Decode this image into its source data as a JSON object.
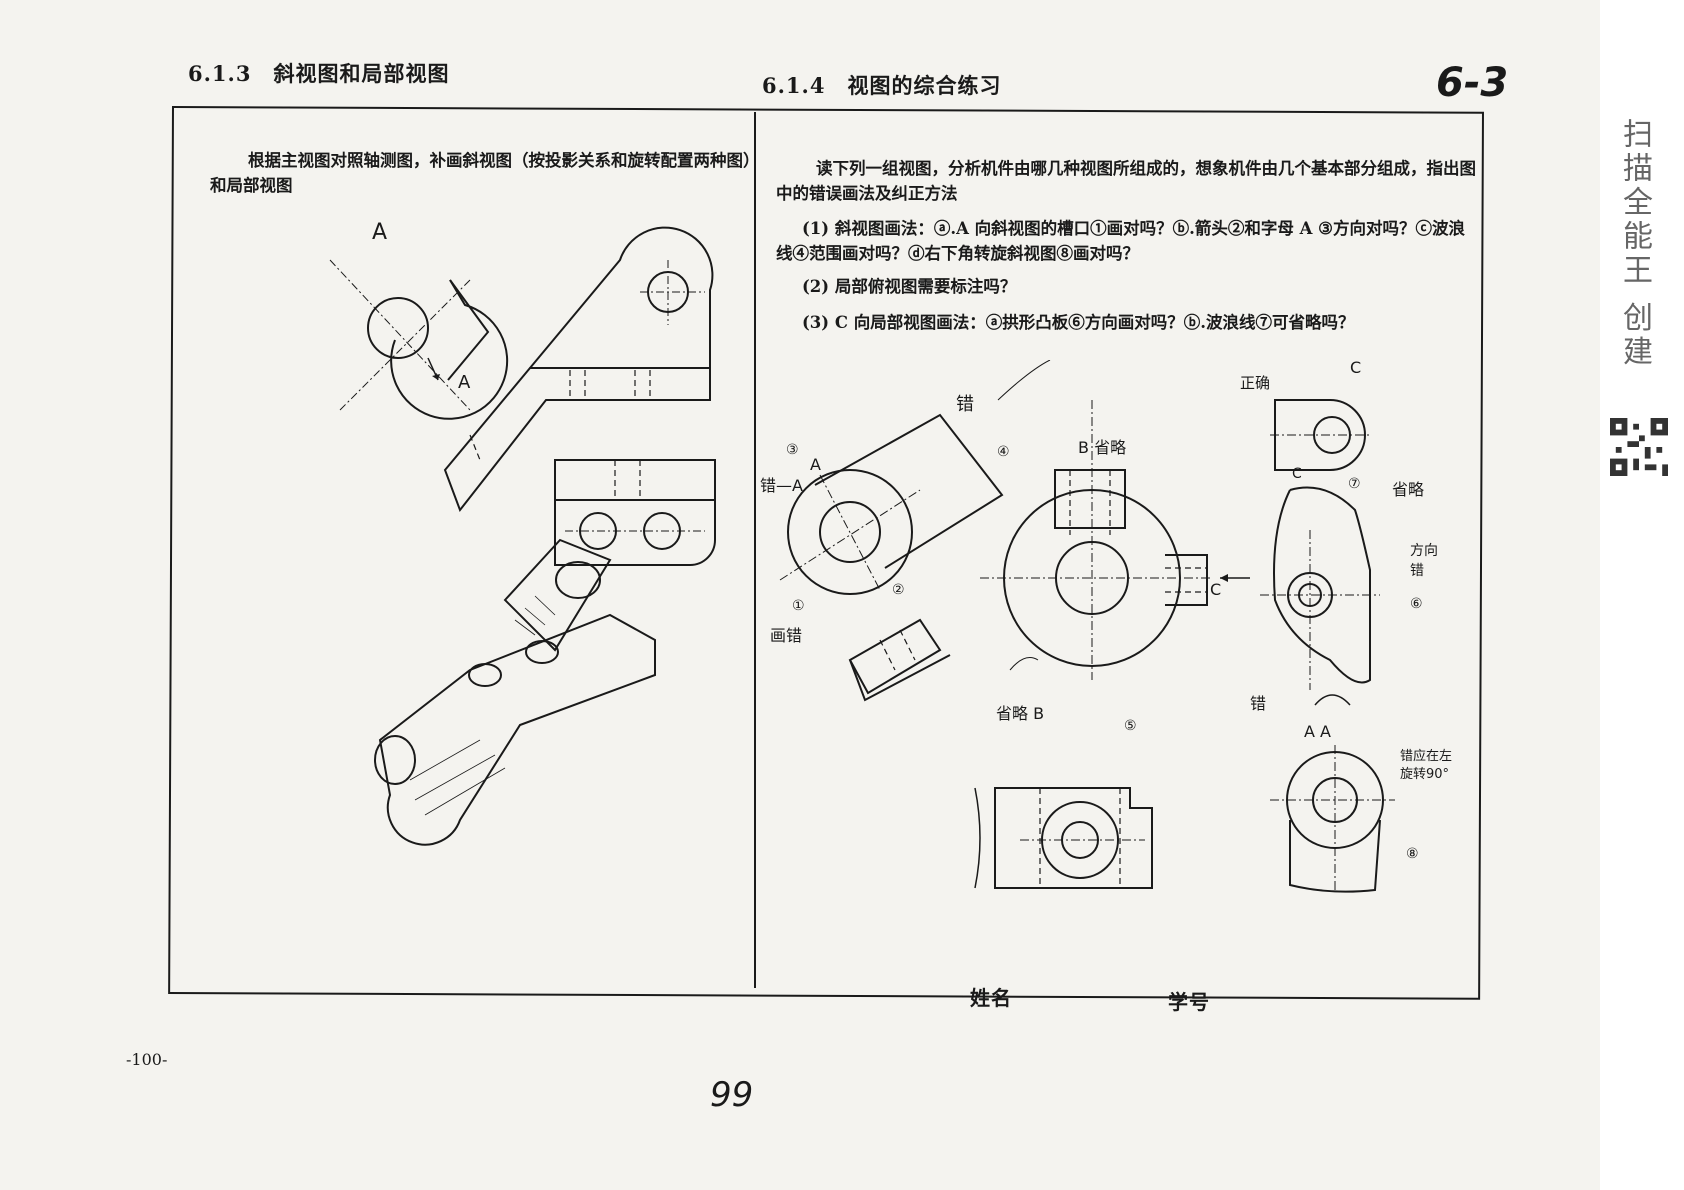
{
  "header": {
    "left_section": "6.1.3　斜视图和局部视图",
    "center_section": "6.1.4　视图的综合练习",
    "page_code": "6-3"
  },
  "left_panel": {
    "instruction": "根据主视图对照轴测图，补画斜视图（按投影关系和旋转配置两种图）和局部视图",
    "labels": {
      "view_a_top": "A",
      "arrow_a": "A"
    }
  },
  "right_panel": {
    "intro": "读下列一组视图，分析机件由哪几种视图所组成的，想象机件由几个基本部分组成，指出图中的错误画法及纠正方法",
    "questions": [
      "(1) 斜视图画法：ⓐ.A 向斜视图的槽口①画对吗？ⓑ.箭头②和字母 A ③方向对吗？ⓒ波浪线④范围画对吗？ⓓ右下角转旋斜视图⑧画对吗？",
      "(2) 局部俯视图需要标注吗？",
      "(3) C 向局部视图画法：ⓐ拱形凸板⑥方向画对吗？ⓑ.波浪线⑦可省略吗？"
    ],
    "annotations": {
      "cuo": "错",
      "cuo_a": "错—A",
      "a": "A",
      "jiecuo": "画错",
      "b_omit": "B 省略",
      "omit_b": "省略 B",
      "zhengque": "正确",
      "c": "C",
      "c_lower": "C",
      "omit_7": "省略",
      "direction_wrong": "方向错",
      "rotate_note": "错应在左旋转90°",
      "cuo_rot": "错",
      "aa": "A  A",
      "arrow_c": "C",
      "n1": "①",
      "n2": "②",
      "n3": "③",
      "n4": "④",
      "n5": "⑤",
      "n6": "⑥",
      "n7": "⑦",
      "n8": "⑧"
    }
  },
  "footer": {
    "name_label": "姓名",
    "student_id_label": "学号",
    "page_number": "-100-",
    "handwritten_number": "99"
  },
  "scanner_brand": "扫描全能王 创建",
  "colors": {
    "paper": "#f4f3ef",
    "ink": "#1a1a1a",
    "strip": "#ffffff"
  }
}
